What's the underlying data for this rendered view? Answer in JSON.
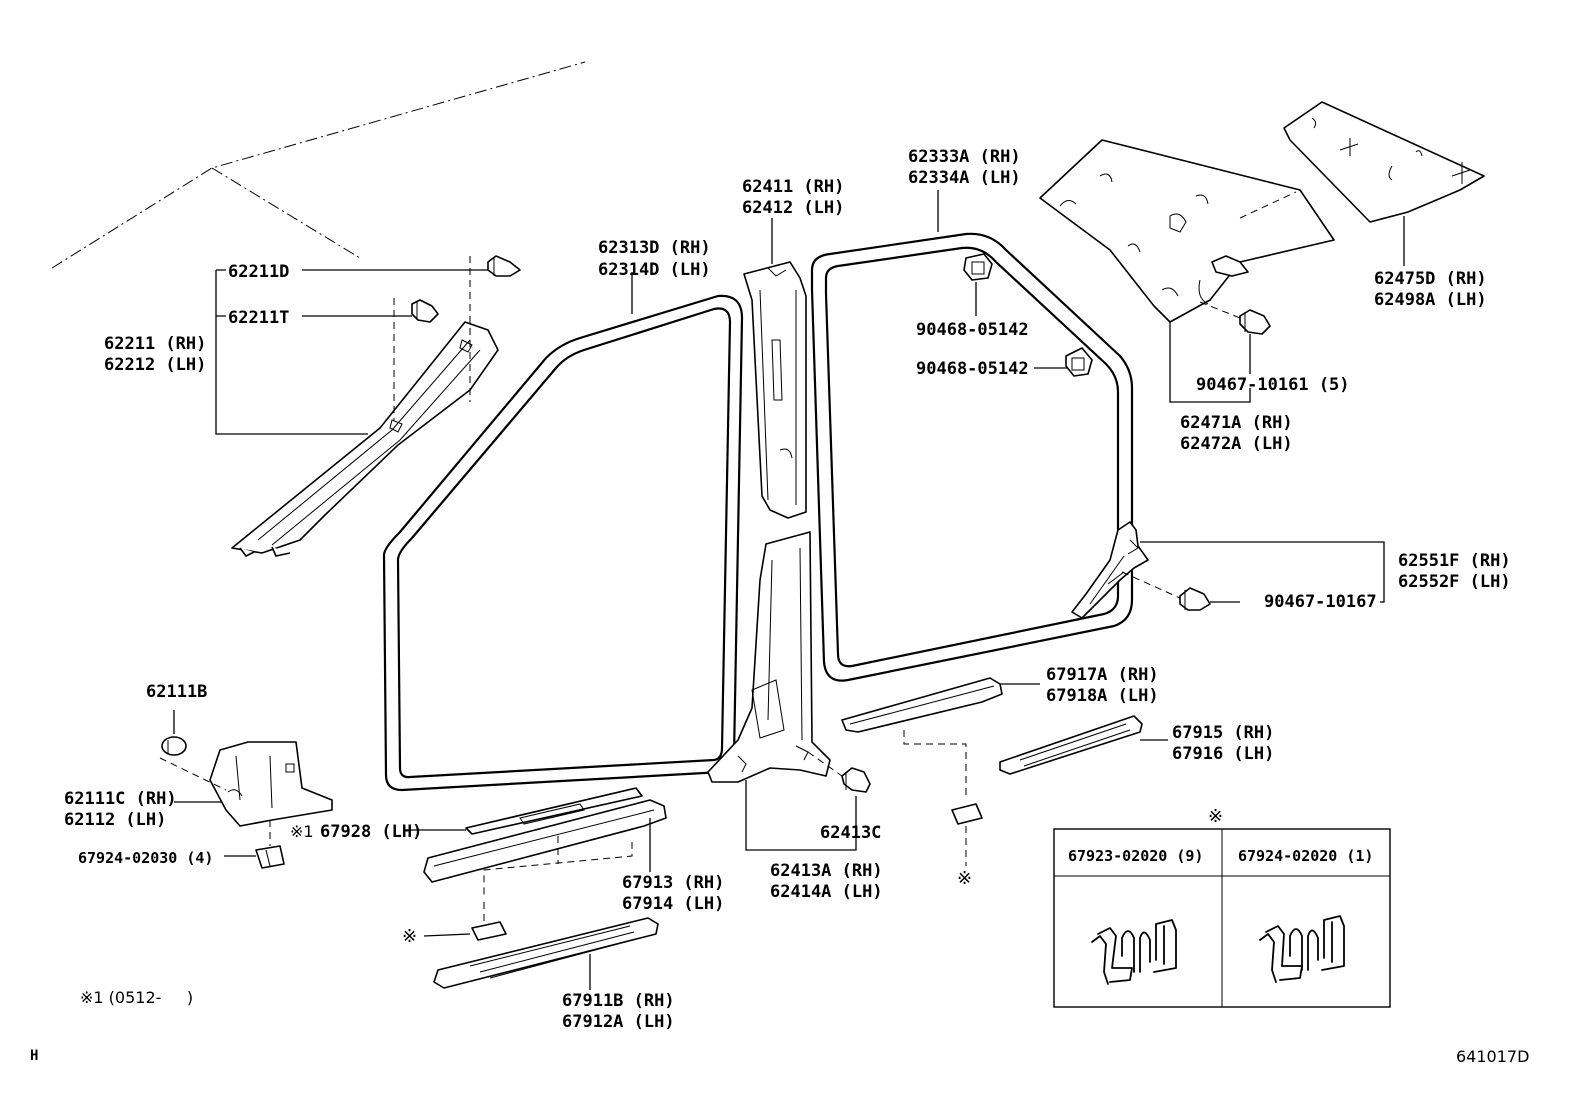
{
  "labels": {
    "p62211d": "62211D",
    "p62211t": "62211T",
    "p62211": "62211 (RH)",
    "p62212": "62212 (LH)",
    "p62313d": "62313D (RH)",
    "p62314d": "62314D (LH)",
    "p62411": "62411 (RH)",
    "p62412": "62412 (LH)",
    "p62333a": "62333A (RH)",
    "p62334a": "62334A (LH)",
    "p90468a": "90468-05142",
    "p90468b": "90468-05142",
    "p62475d": "62475D (RH)",
    "p62498a": "62498A (LH)",
    "p90467_10161": "90467-10161 (5)",
    "p62471a": "62471A (RH)",
    "p62472a": "62472A (LH)",
    "p62551f": "62551F (RH)",
    "p62552f": "62552F (LH)",
    "p90467_10167": "90467-10167",
    "p62111b": "62111B",
    "p62111c": "62111C (RH)",
    "p62112": "62112 (LH)",
    "p67924_02030": "67924-02030 (4)",
    "p67928": "67928 (LH)",
    "p67913": "67913 (RH)",
    "p67914": "67914 (LH)",
    "p62413c": "62413C",
    "p62413a": "62413A (RH)",
    "p62414a": "62414A (LH)",
    "p67917a": "67917A (RH)",
    "p67918a": "67918A (LH)",
    "p67915": "67915 (RH)",
    "p67916": "67916 (LH)",
    "p67911b": "67911B (RH)",
    "p67912a": "67912A (LH)"
  },
  "marks": {
    "asterisk": "※",
    "asterisk1": "※1"
  },
  "clip_table": {
    "col1": "67923-02020 (9)",
    "col2": "67924-02020 (1)"
  },
  "footnote": "※1 (0512-     )",
  "corner_left": "H",
  "corner_right": "641017D"
}
